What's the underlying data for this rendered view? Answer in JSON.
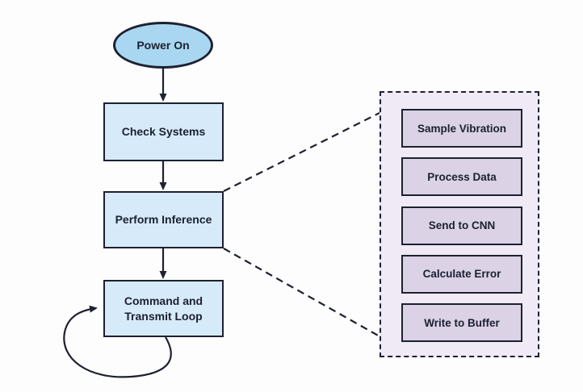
{
  "colors": {
    "node_fill_blue": "#d7eaf9",
    "terminal_fill_blue": "#a9d7f1",
    "panel_fill": "#efeaf5",
    "step_fill": "#dbd2e6",
    "stroke": "#1d2130",
    "text": "#1b2030",
    "background": "#fdfdfd"
  },
  "flowchart": {
    "nodes": [
      {
        "id": "power-on",
        "shape": "ellipse",
        "label": "Power On"
      },
      {
        "id": "check-systems",
        "shape": "rect",
        "label": "Check Systems"
      },
      {
        "id": "perform-inference",
        "shape": "rect",
        "label": "Perform Inference"
      },
      {
        "id": "command-transmit-loop",
        "shape": "rect",
        "label": "Command and Transmit Loop"
      }
    ],
    "edges": [
      {
        "from": "power-on",
        "to": "check-systems",
        "style": "solid-arrow"
      },
      {
        "from": "check-systems",
        "to": "perform-inference",
        "style": "solid-arrow"
      },
      {
        "from": "perform-inference",
        "to": "command-transmit-loop",
        "style": "solid-arrow"
      },
      {
        "from": "command-transmit-loop",
        "to": "command-transmit-loop",
        "style": "loop-arrow"
      },
      {
        "from": "perform-inference",
        "to": "detail-panel",
        "style": "dashed-expansion"
      }
    ]
  },
  "detail_panel": {
    "steps": [
      {
        "label": "Sample Vibration"
      },
      {
        "label": "Process Data"
      },
      {
        "label": "Send to CNN"
      },
      {
        "label": "Calculate Error"
      },
      {
        "label": "Write to Buffer"
      }
    ]
  }
}
